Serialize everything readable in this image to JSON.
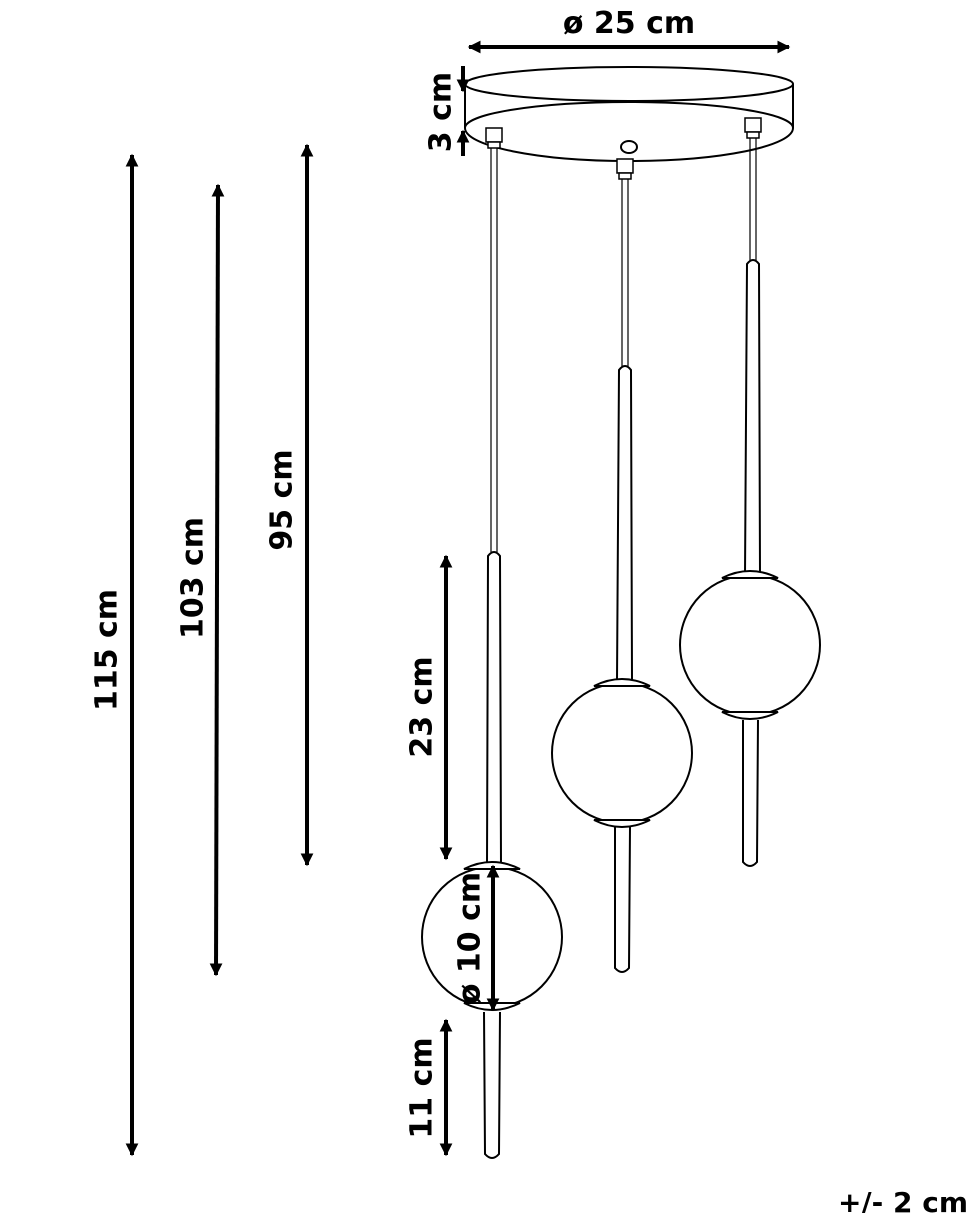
{
  "diagram": {
    "dimensions": {
      "canopy_diameter": "ø 25 cm",
      "canopy_height": "3 cm",
      "total_height": "115 cm",
      "middle_height": "103 cm",
      "short_height": "95 cm",
      "upper_rod_length": "23 cm",
      "globe_diameter": "ø 10 cm",
      "lower_rod_length": "11 cm"
    },
    "tolerance": "+/- 2 cm",
    "colors": {
      "line": "#000000",
      "background": "#ffffff"
    }
  }
}
